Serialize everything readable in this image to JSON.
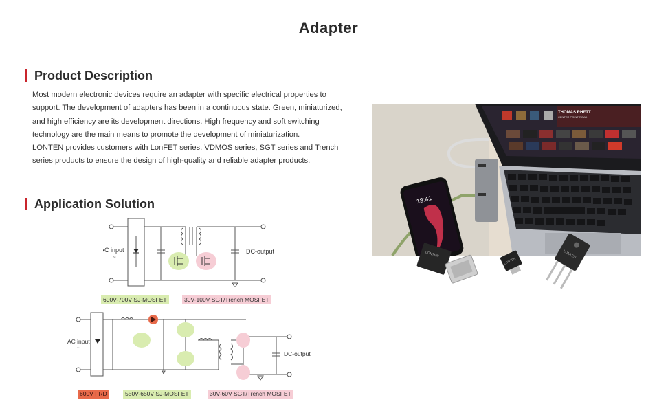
{
  "page": {
    "title": "Adapter"
  },
  "product_description": {
    "heading": "Product Description",
    "paragraphs": [
      "Most modern electronic devices require an adapter with specific electrical properties to support. The development of adapters has been in a continuous state. Green, miniaturized, and high efficiency are its development directions. High frequency and soft switching technology are the main means to promote the development of miniaturization.",
      "LONTEN provides customers with LonFET series, VDMOS series, SGT series and Trench series products to ensure the design of high-quality and reliable adapter products."
    ]
  },
  "application_solution": {
    "heading": "Application Solution",
    "circuit1": {
      "input_label": "AC input",
      "input_sub": "~",
      "output_label": "DC-output",
      "tags": [
        {
          "text": "600V-700V  SJ-MOSFET",
          "kind": "green"
        },
        {
          "text": "30V-100V  SGT/Trench MOSFET",
          "kind": "pink"
        }
      ]
    },
    "circuit2": {
      "input_label": "AC input",
      "input_sub": "~",
      "output_label": "DC-output",
      "tags": [
        {
          "text": "600V  FRD",
          "kind": "red"
        },
        {
          "text": "550V-650V  SJ-MOSFET",
          "kind": "green"
        },
        {
          "text": "30V-60V  SGT/Trench MOSFET",
          "kind": "pink"
        }
      ]
    }
  },
  "photo": {
    "screen_banner": "THOMAS RHETT",
    "screen_banner_sub": "CENTER POINT ROAD",
    "phone_time": "18:41",
    "chip_brand": "LONTEN"
  },
  "colors": {
    "accent_bar": "#c9252c",
    "highlight_green": "#d9ecb0",
    "highlight_pink": "#f6cdd5",
    "highlight_red": "#e86a4a"
  }
}
